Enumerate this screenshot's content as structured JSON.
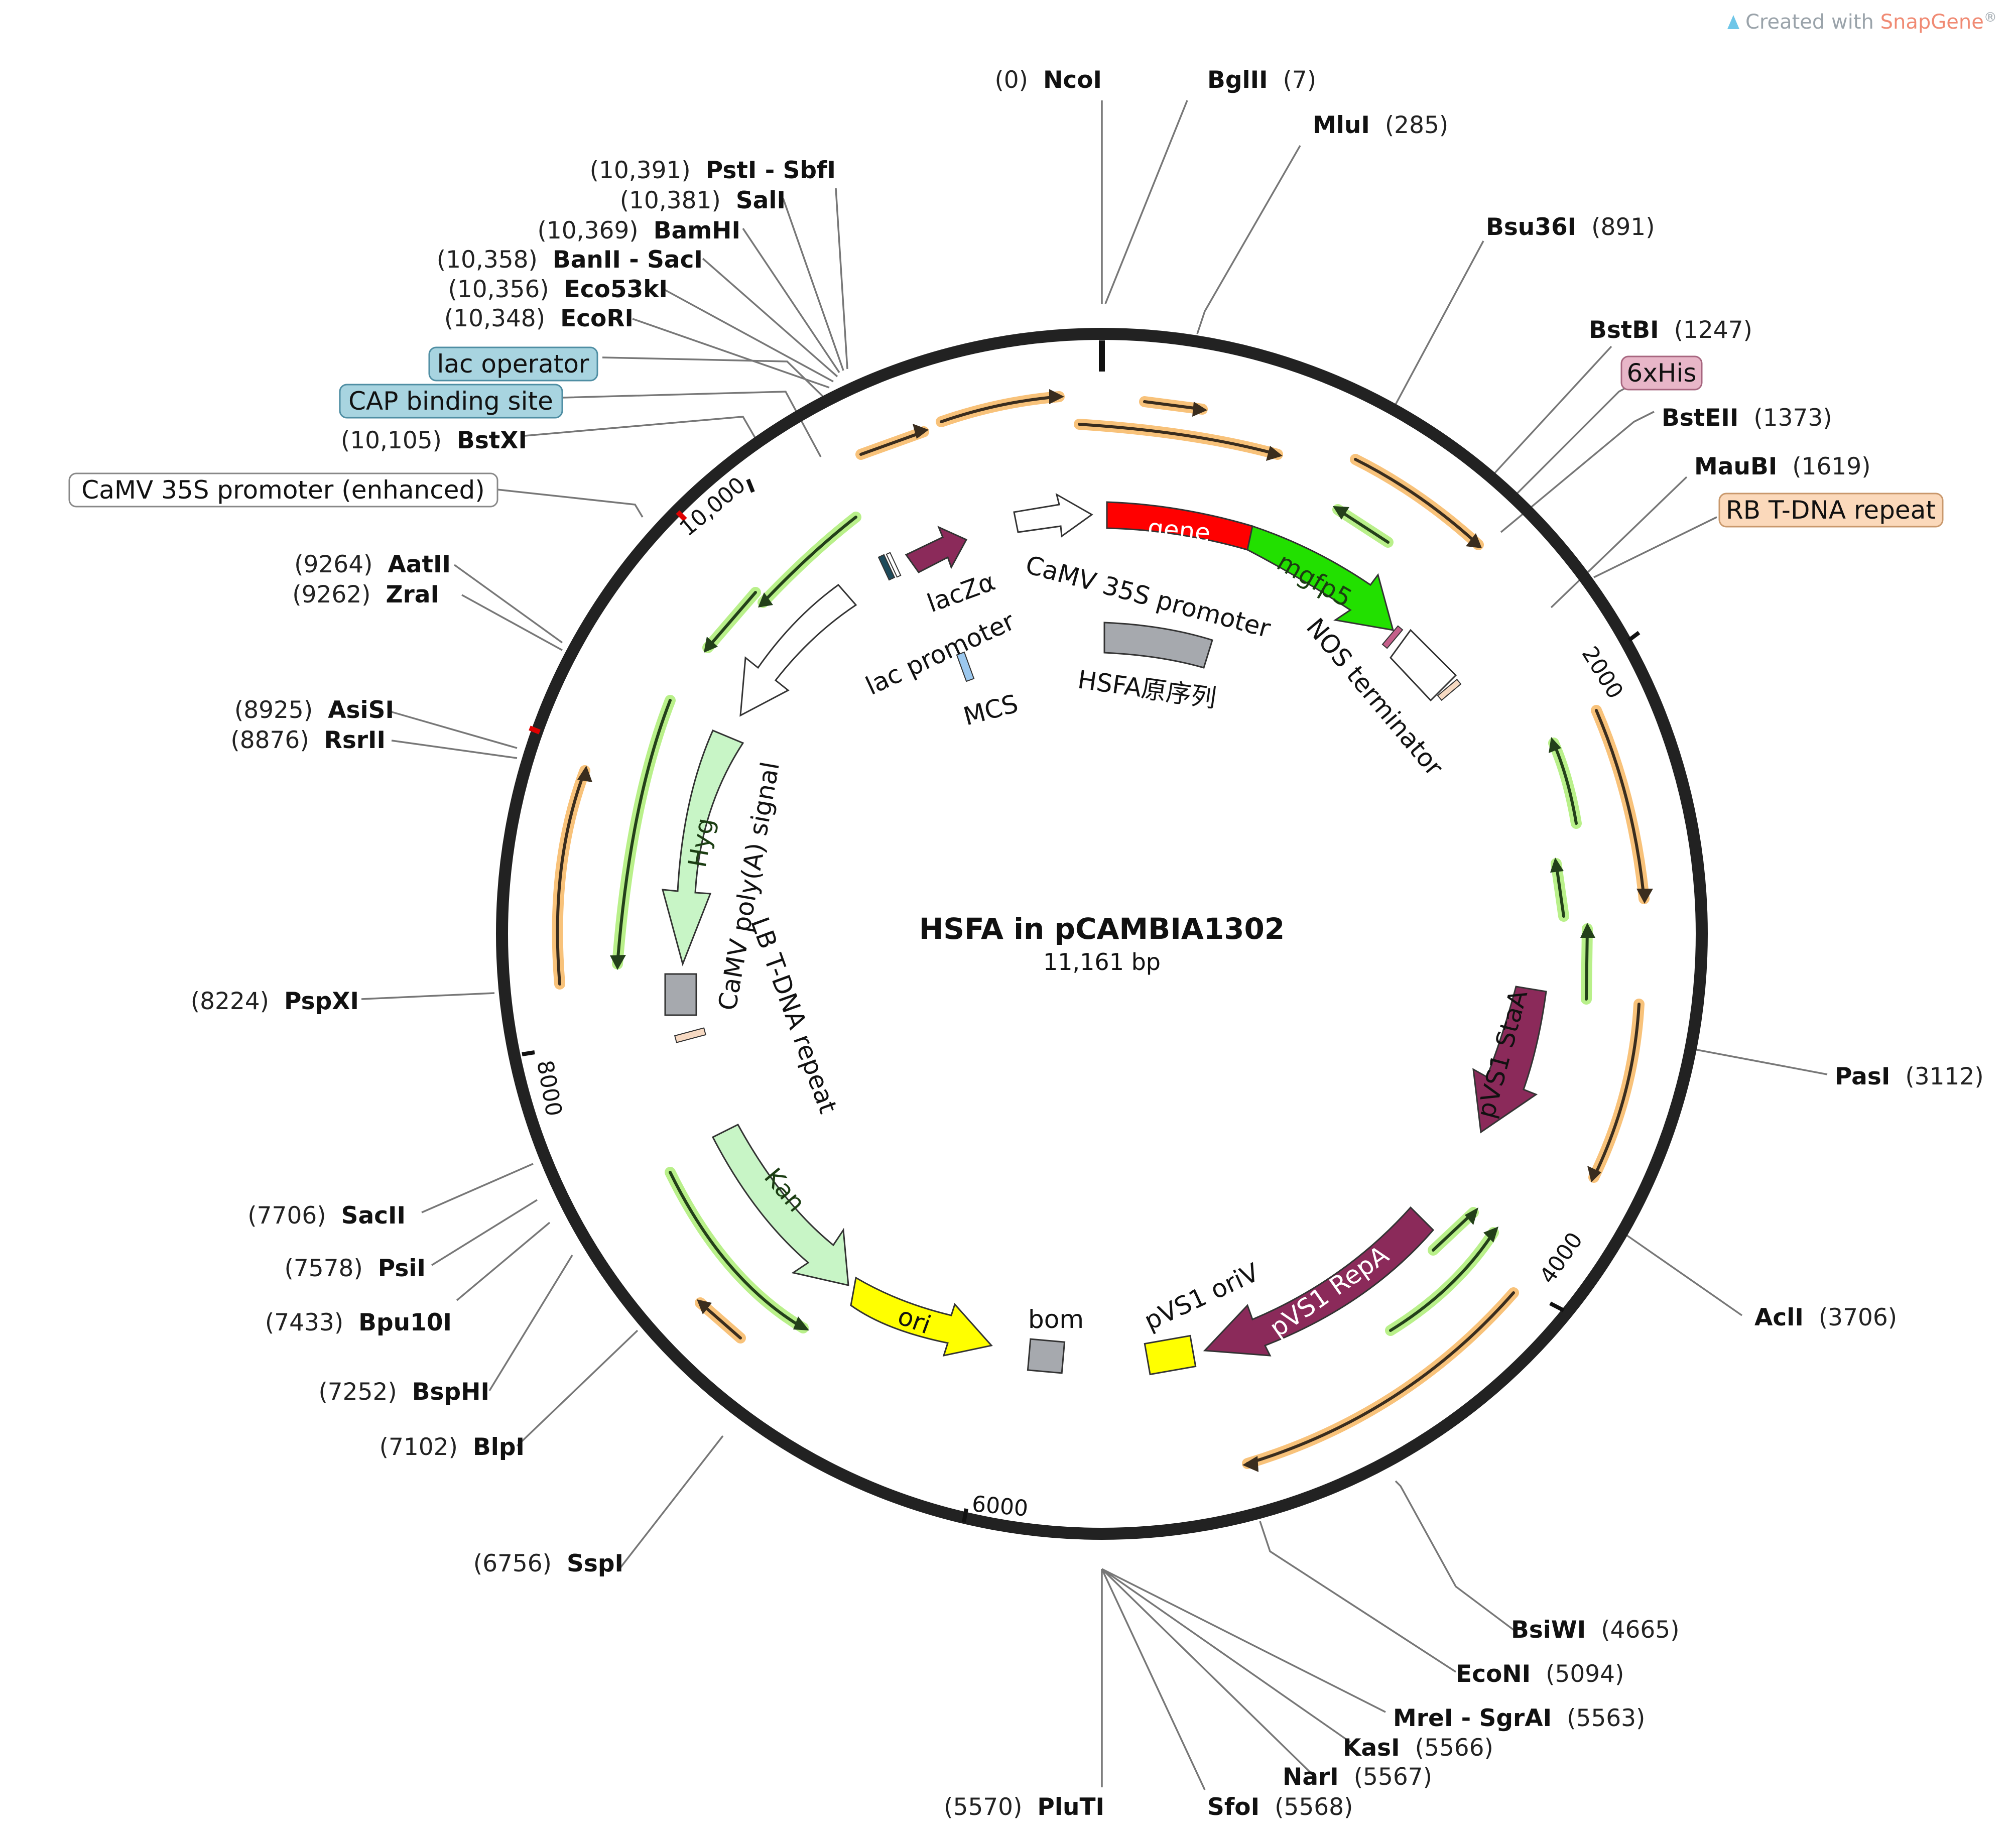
{
  "title": "HSFA in pCAMBIA1302",
  "length_label": "11,161 bp",
  "total_bp": 11161,
  "credit": {
    "prefix": "Created with ",
    "brand": "SnapGene",
    "suffix": "®",
    "brand_color": "#f08a73"
  },
  "colors": {
    "backbone": "#222222",
    "orf_fill": "#f8c27a",
    "orf_line": "#3a2d1e",
    "green_fill": "#b9f08a",
    "green_line": "#23401a"
  },
  "ticks": [
    {
      "pos": 0,
      "label": ""
    },
    {
      "pos": 2000,
      "label": "2000"
    },
    {
      "pos": 4000,
      "label": "4000"
    },
    {
      "pos": 6000,
      "label": "6000"
    },
    {
      "pos": 8000,
      "label": "8000"
    },
    {
      "pos": 10000,
      "label": "10,000"
    }
  ],
  "red_marks": [
    9264,
    8925
  ],
  "sites": [
    {
      "name": "NcoI",
      "pos_text": "(0)",
      "pos": 0
    },
    {
      "name": "BglII",
      "pos_text": "(7)",
      "pos": 7
    },
    {
      "name": "MluI",
      "pos_text": "(285)",
      "pos": 285
    },
    {
      "name": "Bsu36I",
      "pos_text": "(891)",
      "pos": 891
    },
    {
      "name": "BstBI",
      "pos_text": "(1247)",
      "pos": 1247
    },
    {
      "name": "BstEII",
      "pos_text": "(1373)",
      "pos": 1373
    },
    {
      "name": "MauBI",
      "pos_text": "(1619)",
      "pos": 1619
    },
    {
      "name": "PasI",
      "pos_text": "(3112)",
      "pos": 3112
    },
    {
      "name": "AclI",
      "pos_text": "(3706)",
      "pos": 3706
    },
    {
      "name": "BsiWI",
      "pos_text": "(4665)",
      "pos": 4665
    },
    {
      "name": "EcoNI",
      "pos_text": "(5094)",
      "pos": 5094
    },
    {
      "name": "MreI - SgrAI",
      "pos_text": "(5563)",
      "pos": 5563
    },
    {
      "name": "KasI",
      "pos_text": "(5566)",
      "pos": 5566
    },
    {
      "name": "NarI",
      "pos_text": "(5567)",
      "pos": 5567
    },
    {
      "name": "SfoI",
      "pos_text": "(5568)",
      "pos": 5568
    },
    {
      "name": "PluTI",
      "pos_text": "(5570)",
      "pos": 5570
    },
    {
      "name": "SspI",
      "pos_text": "(6756)",
      "pos": 6756
    },
    {
      "name": "BlpI",
      "pos_text": "(7102)",
      "pos": 7102
    },
    {
      "name": "BspHI",
      "pos_text": "(7252)",
      "pos": 7252
    },
    {
      "name": "Bpu10I",
      "pos_text": "(7433)",
      "pos": 7433
    },
    {
      "name": "PsiI",
      "pos_text": "(7578)",
      "pos": 7578
    },
    {
      "name": "SacII",
      "pos_text": "(7706)",
      "pos": 7706
    },
    {
      "name": "PspXI",
      "pos_text": "(8224)",
      "pos": 8224
    },
    {
      "name": "RsrII",
      "pos_text": "(8876)",
      "pos": 8876
    },
    {
      "name": "AsiSI",
      "pos_text": "(8925)",
      "pos": 8925
    },
    {
      "name": "ZraI",
      "pos_text": "(9262)",
      "pos": 9262
    },
    {
      "name": "AatII",
      "pos_text": "(9264)",
      "pos": 9264
    },
    {
      "name": "BstXI",
      "pos_text": "(10,105)",
      "pos": 10105
    },
    {
      "name": "EcoRI",
      "pos_text": "(10,348)",
      "pos": 10348
    },
    {
      "name": "Eco53kI",
      "pos_text": "(10,356)",
      "pos": 10356
    },
    {
      "name": "BanII - SacI",
      "pos_text": "(10,358)",
      "pos": 10358
    },
    {
      "name": "BamHI",
      "pos_text": "(10,369)",
      "pos": 10369
    },
    {
      "name": "SalI",
      "pos_text": "(10,381)",
      "pos": 10381
    },
    {
      "name": "PstI - SbfI",
      "pos_text": "(10,391)",
      "pos": 10391
    }
  ],
  "boxed_features": [
    {
      "name": "lac operator",
      "fill": "#a8d4e0",
      "stroke": "#4f8ea3",
      "pos": 10400
    },
    {
      "name": "CAP binding site",
      "fill": "#a8d4e0",
      "stroke": "#4f8ea3",
      "pos": 10430
    },
    {
      "name": "CaMV 35S promoter (enhanced)",
      "fill": "#ffffff",
      "stroke": "#888888",
      "pos": 9800
    },
    {
      "name": "6xHis",
      "fill": "#e8b6c8",
      "stroke": "#a7667f",
      "pos": 1300
    },
    {
      "name": "RB T-DNA repeat",
      "fill": "#fbd9bb",
      "stroke": "#c9986c",
      "pos": 1650
    }
  ],
  "features": [
    {
      "name": "gene",
      "color": "#ff0000",
      "text_color": "#ffffff"
    },
    {
      "name": "mgfp5",
      "color": "#22e000",
      "text_color": "#1b3d12"
    },
    {
      "name": "CaMV 35S promoter",
      "color": "#ffffff",
      "text_color": "#111111"
    },
    {
      "name": "NOS terminator",
      "color": "#ffffff",
      "text_color": "#111111"
    },
    {
      "name": "HSFA原序列",
      "color": "#a6a9ae",
      "text_color": "#111111"
    },
    {
      "name": "lacZα",
      "color": "#8b2a5a",
      "text_color": "#111111"
    },
    {
      "name": "lac promoter",
      "color": "#ffffff",
      "text_color": "#111111"
    },
    {
      "name": "MCS",
      "color": "#9cc8ee",
      "text_color": "#111111"
    },
    {
      "name": "Hyg",
      "color": "#c8f5c6",
      "text_color": "#1b3d12"
    },
    {
      "name": "CaMV poly(A) signal",
      "color": "#a6a9ae",
      "text_color": "#111111"
    },
    {
      "name": "LB T-DNA repeat",
      "color": "#f6d9c2",
      "text_color": "#111111"
    },
    {
      "name": "Kan",
      "color": "#c8f5c6",
      "text_color": "#1b3d12"
    },
    {
      "name": "ori",
      "color": "#ffff00",
      "text_color": "#111111"
    },
    {
      "name": "bom",
      "color": "#a6a9ae",
      "text_color": "#111111"
    },
    {
      "name": "pVS1 oriV",
      "color": "#ffff00",
      "text_color": "#111111"
    },
    {
      "name": "pVS1 RepA",
      "color": "#8b2a5a",
      "text_color": "#ffffff"
    },
    {
      "name": "pVS1 StaA",
      "color": "#8b2a5a",
      "text_color": "#111111"
    }
  ]
}
